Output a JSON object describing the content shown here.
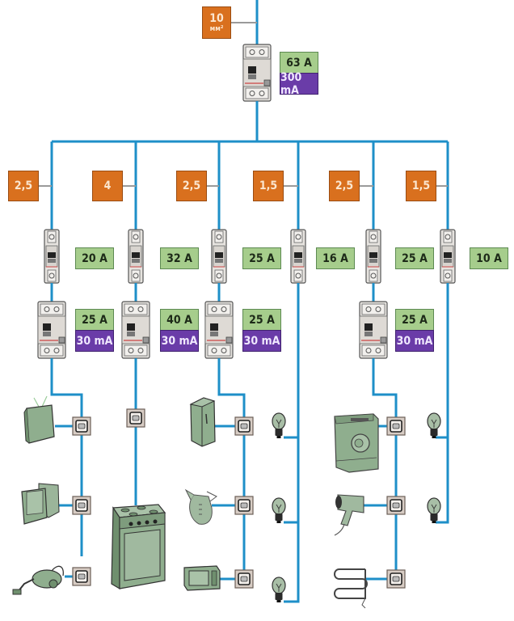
{
  "title": "Residential electrical wiring scheme",
  "colors": {
    "wire": "#1e8fc8",
    "cable_section_label": "#d9701e",
    "current_rating_label": "#a6cd8c",
    "residual_current_label": "#6a3ca8",
    "appliance_fill": "#8fae8e"
  },
  "main": {
    "cable_section": "10",
    "cable_section_unit": "мм²",
    "rcd_current": "63 A",
    "rcd_residual": "300 mA"
  },
  "circuits": [
    {
      "cable_section": "2,5",
      "breaker": "20 A",
      "rcd_current": "25 A",
      "rcd_residual": "30 mA",
      "loads": [
        "tv-icon",
        "oven-icon",
        "vacuum-cleaner-icon"
      ]
    },
    {
      "cable_section": "4",
      "breaker": "32 A",
      "rcd_current": "40 A",
      "rcd_residual": "30 mA",
      "loads": [
        "electric-stove-icon"
      ]
    },
    {
      "cable_section": "2,5",
      "breaker": "25 A",
      "rcd_current": "25 A",
      "rcd_residual": "30 mA",
      "loads": [
        "refrigerator-icon",
        "kettle-icon",
        "microwave-icon"
      ]
    },
    {
      "cable_section": "1,5",
      "breaker": "16 A",
      "loads": [
        "light-bulb-icon",
        "light-bulb-icon",
        "light-bulb-icon"
      ]
    },
    {
      "cable_section": "2,5",
      "breaker": "25 A",
      "rcd_current": "25 A",
      "rcd_residual": "30 mA",
      "loads": [
        "washing-machine-icon",
        "hair-dryer-icon",
        "towel-heater-icon"
      ]
    },
    {
      "cable_section": "1,5",
      "breaker": "10 A",
      "loads": [
        "light-bulb-icon",
        "light-bulb-icon"
      ]
    }
  ]
}
